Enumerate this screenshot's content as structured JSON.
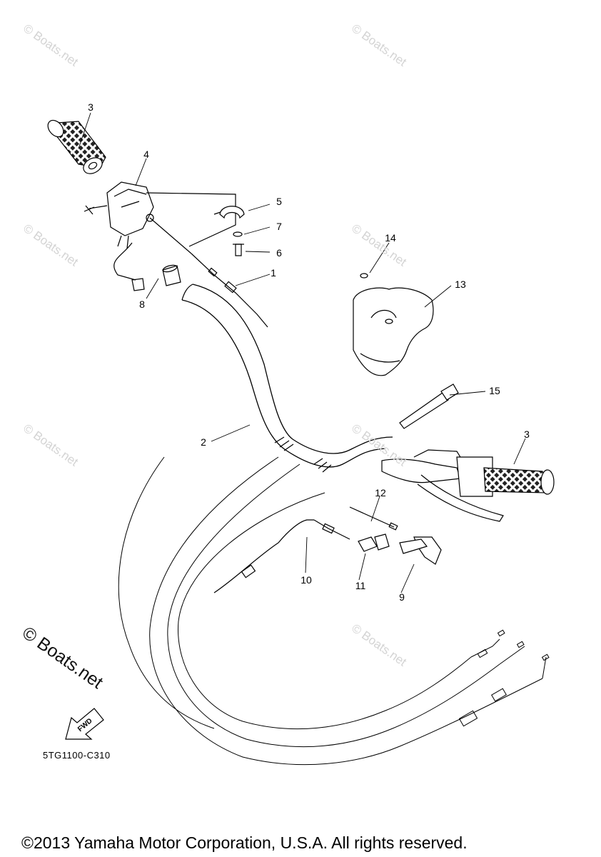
{
  "watermark_text": "© Boats.net",
  "watermark_small": "© Boats.net",
  "diagram_code": "5TG1100-C310",
  "copyright": "©2013 Yamaha Motor Corporation, U.S.A. All rights reserved.",
  "fwd_label": "FWD",
  "callouts": {
    "c1": "1",
    "c2": "2",
    "c3a": "3",
    "c3b": "3",
    "c4": "4",
    "c5": "5",
    "c6": "6",
    "c7": "7",
    "c8": "8",
    "c9": "9",
    "c10": "10",
    "c11": "11",
    "c12": "12",
    "c13": "13",
    "c14": "14",
    "c15": "15"
  }
}
